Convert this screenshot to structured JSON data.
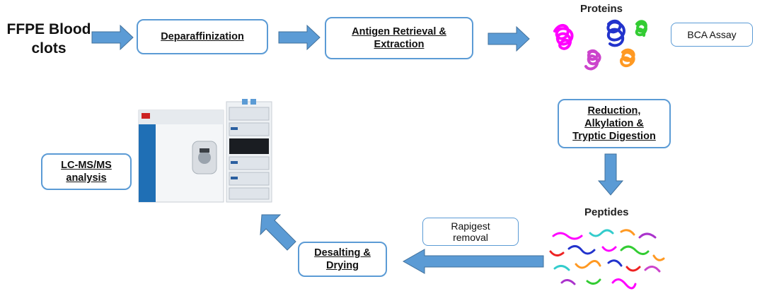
{
  "diagram": {
    "start_label": "FFPE Blood\nclots",
    "steps": {
      "deparaffinization": "Deparaffinization",
      "antigen_retrieval": "Antigen Retrieval &\nExtraction",
      "bca_assay": "BCA Assay",
      "reduction": "Reduction,\nAlkylation &\nTryptic Digestion",
      "rapigest": "Rapigest\nremoval",
      "desalting": "Desalting &\nDrying",
      "lcms": "LC-MS/MS\nanalysis"
    },
    "proteins_label": "Proteins",
    "peptides_label": "Peptides",
    "colors": {
      "arrow": "#5b9bd5",
      "arrow_edge": "#41719c",
      "box_border": "#5b9bd5",
      "molecule_palette": [
        "#ff00ff",
        "#cc44cc",
        "#2233cc",
        "#33cc33",
        "#ff9922",
        "#33cccc",
        "#ee2222",
        "#aa33cc"
      ]
    },
    "icons": {
      "instrument": "lc-ms-instrument-illustration",
      "proteins": "protein-coils-illustration",
      "peptides": "peptide-strands-illustration"
    }
  }
}
